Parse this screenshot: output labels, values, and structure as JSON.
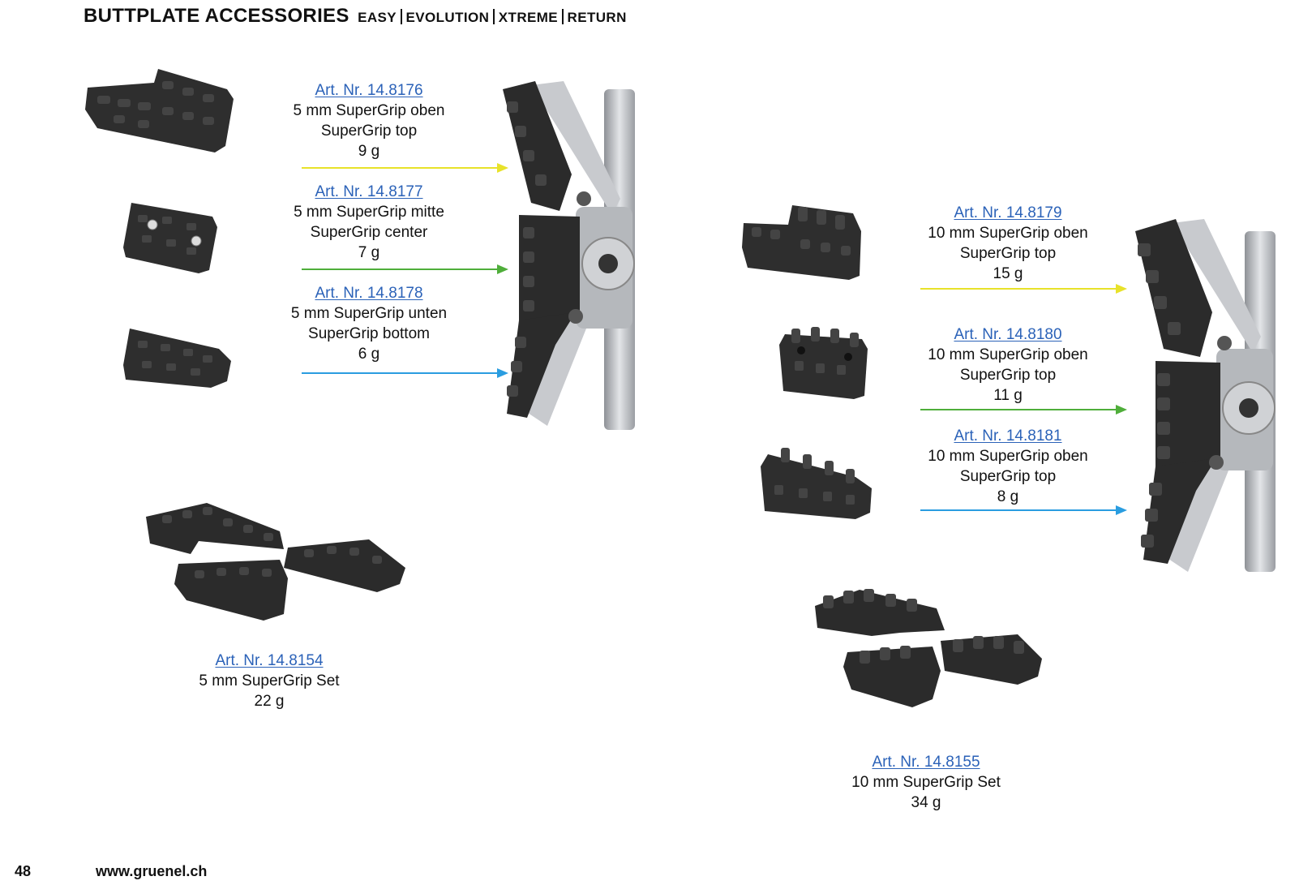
{
  "header": {
    "title": "BUTTPLATE ACCESSORIES",
    "variants": [
      "EASY",
      "EVOLUTION",
      "XTREME",
      "RETURN"
    ]
  },
  "colors": {
    "yellow": "#e8e22a",
    "green": "#4fae3a",
    "blue": "#2a9de0",
    "link": "#2b62b8",
    "rubber": "#2b2b2b",
    "metal": "#b9bcc0"
  },
  "products": {
    "p8176": {
      "art": "Art. Nr. 14.8176",
      "line1": "5 mm SuperGrip oben",
      "line2": "SuperGrip top",
      "weight": "9 g"
    },
    "p8177": {
      "art": "Art. Nr. 14.8177",
      "line1": "5 mm SuperGrip mitte",
      "line2": "SuperGrip center",
      "weight": "7 g"
    },
    "p8178": {
      "art": "Art. Nr. 14.8178",
      "line1": "5 mm SuperGrip unten",
      "line2": "SuperGrip bottom",
      "weight": "6 g"
    },
    "p8179": {
      "art": "Art. Nr. 14.8179",
      "line1": "10 mm SuperGrip oben",
      "line2": "SuperGrip top",
      "weight": "15 g"
    },
    "p8180": {
      "art": "Art. Nr. 14.8180",
      "line1": "10 mm SuperGrip oben",
      "line2": "SuperGrip top",
      "weight": "11 g"
    },
    "p8181": {
      "art": "Art. Nr. 14.8181",
      "line1": "10 mm SuperGrip oben",
      "line2": "SuperGrip top",
      "weight": "8 g"
    },
    "p8154": {
      "art": "Art. Nr. 14.8154",
      "line1": "5 mm SuperGrip Set",
      "weight": "22 g"
    },
    "p8155": {
      "art": "Art. Nr. 14.8155",
      "line1": "10 mm SuperGrip Set",
      "weight": "34 g"
    }
  },
  "footer": {
    "page": "48",
    "url": "www.gruenel.ch"
  }
}
